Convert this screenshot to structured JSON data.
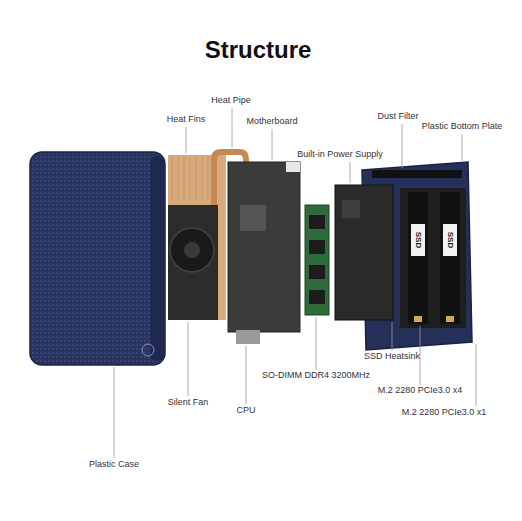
{
  "diagram": {
    "title": "Structure",
    "labels": [
      "Heat Pipe",
      "Heat Fins",
      "Motherboard",
      "Dust Filter",
      "Plastic Bottom Plate",
      "Built-in Power Supply",
      "SSD",
      "SSD",
      "SSD Heatsink",
      "SO-DIMM DDR4 3200MHz",
      "M.2 2280 PCIe3.0 x4",
      "M.2 2280 PCIe3.0 x1",
      "Silent Fan",
      "CPU",
      "Plastic Case"
    ]
  }
}
